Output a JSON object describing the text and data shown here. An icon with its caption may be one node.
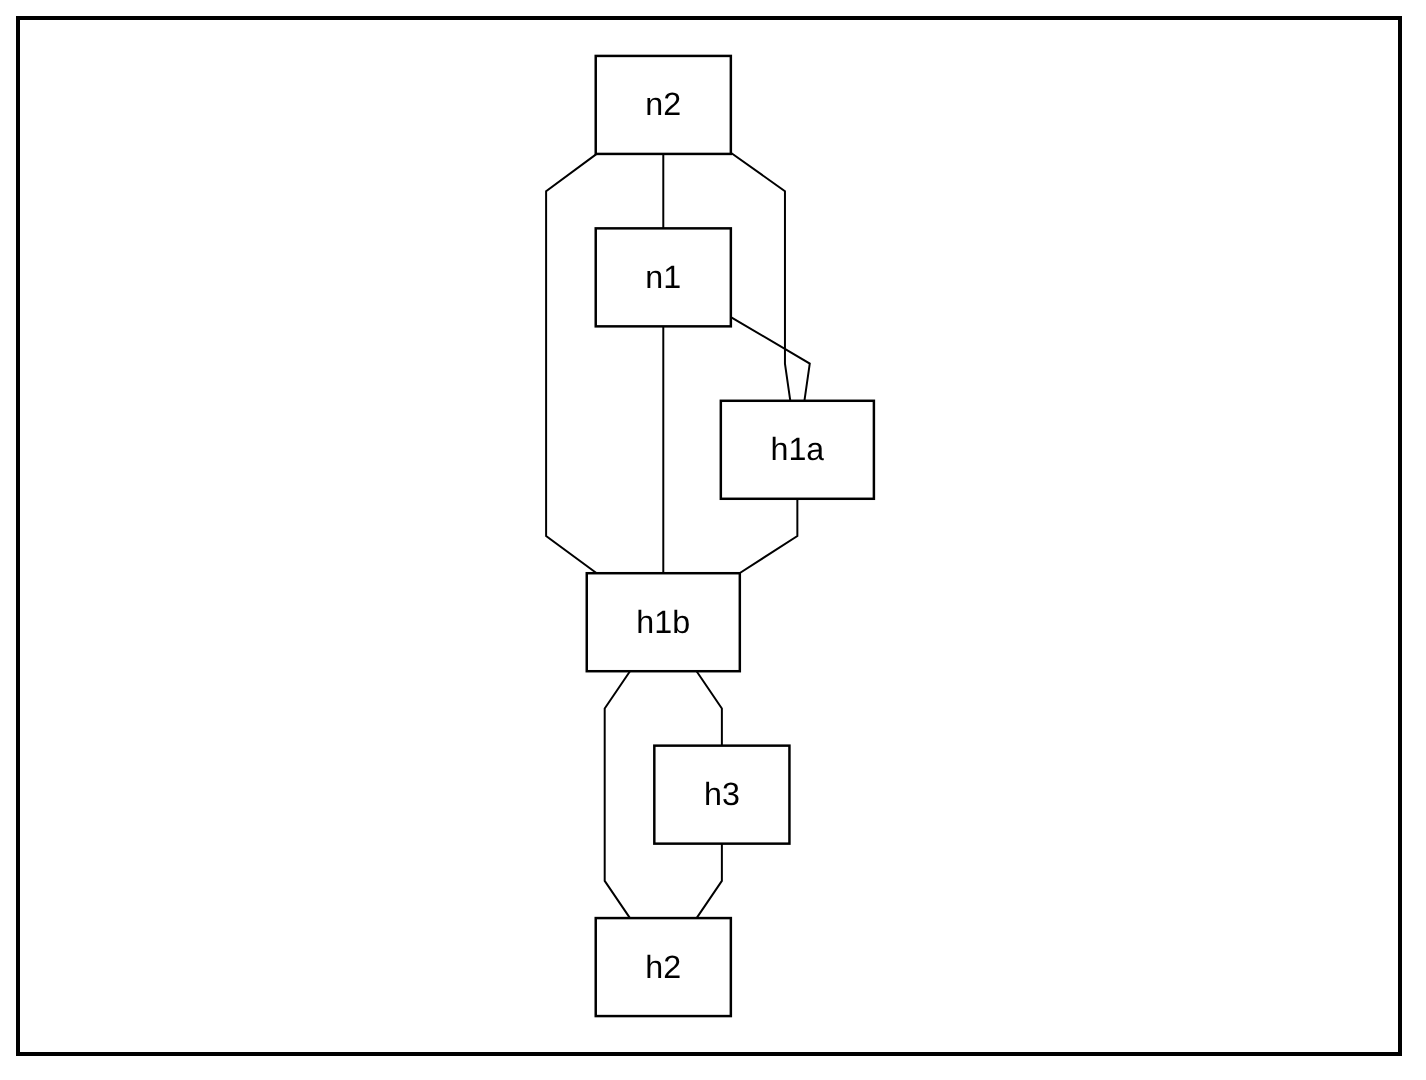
{
  "diagram": {
    "nodes": [
      {
        "text": [
          "n2"
        ]
      },
      {
        "text": [
          "n1"
        ]
      },
      {
        "text": [
          "h1a"
        ]
      },
      {
        "text": [
          "h1b"
        ]
      },
      {
        "text": [
          "h3"
        ]
      },
      {
        "text": [
          "h2"
        ]
      }
    ],
    "edges": [
      {
        "from": 0,
        "to": 1,
        "arrow": "none"
      },
      {
        "from": 0,
        "to": 2,
        "arrow": "none"
      },
      {
        "from": 0,
        "to": 3,
        "arrow": "none"
      },
      {
        "from": 1,
        "to": 2,
        "arrow": "none"
      },
      {
        "from": 1,
        "to": 3,
        "arrow": "none"
      },
      {
        "from": 2,
        "to": 3,
        "arrow": "none"
      },
      {
        "from": 3,
        "to": 4,
        "arrow": "none"
      },
      {
        "from": 3,
        "to": 5,
        "arrow": "none"
      },
      {
        "from": 4,
        "to": 5,
        "arrow": "none"
      }
    ]
  }
}
